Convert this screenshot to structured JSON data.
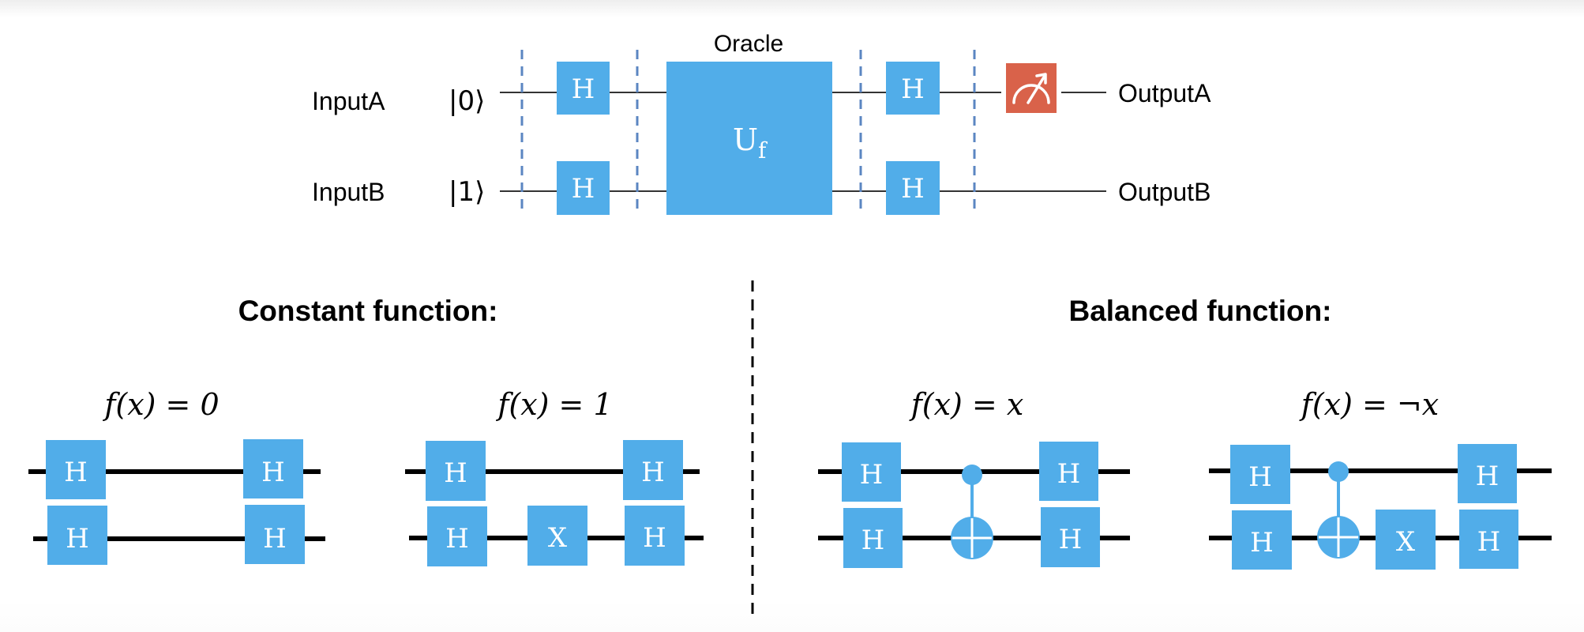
{
  "colors": {
    "gate_fill": "#51ADE9",
    "measure_fill": "#D9624A",
    "barrier": "#5B86C2",
    "wire_thin": "#333333",
    "wire_thick": "#000000",
    "divider": "#000000",
    "text": "#000000"
  },
  "main_circuit": {
    "oracle_title": "Oracle",
    "oracle_gate": "U",
    "oracle_subscript": "f",
    "qubits": [
      {
        "input_label": "InputA",
        "initial_state": "|0⟩",
        "output_label": "OutputA",
        "measured": true
      },
      {
        "input_label": "InputB",
        "initial_state": "|1⟩",
        "output_label": "OutputB",
        "measured": false
      }
    ],
    "pre_oracle_gate": "H",
    "post_oracle_gate": "H",
    "measure_icon": "measurement-meter-icon",
    "barrier_count": 4
  },
  "sections": [
    {
      "title": "Constant function:",
      "circuits": [
        {
          "label": "f(x) = 0",
          "top_gates": [
            "H",
            "H"
          ],
          "bottom_gates": [
            "H",
            "H"
          ],
          "cnot": false
        },
        {
          "label": "f(x) = 1",
          "top_gates": [
            "H",
            "H"
          ],
          "bottom_gates": [
            "H",
            "X",
            "H"
          ],
          "cnot": false
        }
      ]
    },
    {
      "title": "Balanced function:",
      "circuits": [
        {
          "label": "f(x) = x",
          "top_gates": [
            "H",
            "H"
          ],
          "bottom_gates": [
            "H",
            "H"
          ],
          "cnot": true
        },
        {
          "label": "f(x) = ¬x",
          "top_gates": [
            "H",
            "H"
          ],
          "bottom_gates": [
            "H",
            "X",
            "H"
          ],
          "cnot": true
        }
      ]
    }
  ]
}
